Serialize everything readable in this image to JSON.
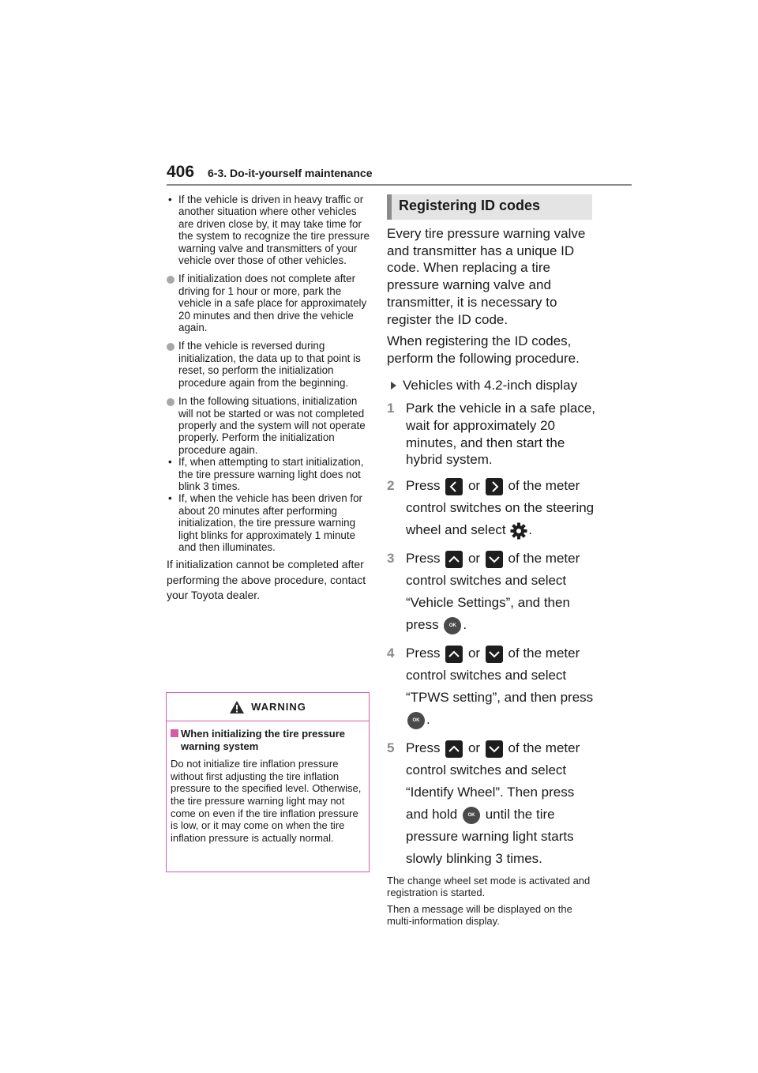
{
  "header": {
    "page_number": "406",
    "section": "6-3. Do-it-yourself maintenance"
  },
  "left": {
    "dash_item": "If the vehicle is driven in heavy traffic or another situation where other vehicles are driven close by, it may take time for the system to recognize the tire pressure warning valve and transmitters of your vehicle over those of other vehicles.",
    "bullets": [
      "If initialization does not complete after driving for 1 hour or more, park the vehicle in a safe place for approximately 20 minutes and then drive the vehicle again.",
      "If the vehicle is reversed during initialization, the data up to that point is reset, so perform the initialization procedure again from the beginning.",
      "In the following situations, initialization will not be started or was not completed properly and the system will not operate properly. Perform the initialization procedure again."
    ],
    "sub_items": [
      "If, when attempting to start initialization, the tire pressure warning light does not blink 3 times.",
      "If, when the vehicle has been driven for about 20 minutes after performing initialization, the tire pressure warning light blinks for approximately 1 minute and then illuminates."
    ],
    "closing": "If initialization cannot be completed after performing the above procedure, contact your Toyota dealer."
  },
  "warning": {
    "title": "WARNING",
    "subheading": "When initializing the tire pressure warning system",
    "body": "Do not initialize tire inflation pressure without first adjusting the tire inflation pressure to the specified level. Otherwise, the tire pressure warning light may not come on even if the tire inflation pressure is low, or it may come on when the tire inflation pressure is actually normal."
  },
  "right": {
    "heading": "Registering ID codes",
    "intro1": "Every tire pressure warning valve and transmitter has a unique ID code. When replacing a tire pressure warning valve and transmitter, it is necessary to register the ID code.",
    "intro2": "When registering the ID codes, perform the following procedure.",
    "display_note": "Vehicles with 4.2-inch display",
    "steps": [
      {
        "num": "1",
        "text": "Park the vehicle in a safe place, wait for approximately 20 minutes, and then start the hybrid system."
      },
      {
        "num": "2",
        "a": "Press",
        "b": "or",
        "c": "of the meter control switches on the steering wheel and select",
        "d": "."
      },
      {
        "num": "3",
        "a": "Press",
        "b": "or",
        "c": "of the meter control switches and select “Vehicle Settings”, and then press",
        "d": "."
      },
      {
        "num": "4",
        "a": "Press",
        "b": "or",
        "c": "of the meter control switches and select “TPWS setting”, and then press",
        "d": "."
      },
      {
        "num": "5",
        "a": "Press",
        "b": "or",
        "c": "of the meter control switches and select “Identify Wheel”. Then press and hold",
        "d": "until the tire pressure warning light starts slowly blinking 3 times."
      }
    ],
    "ok_label": "OK",
    "notes": [
      "The change wheel set mode is activated and registration is started.",
      "Then a message will be displayed on the multi-information display."
    ]
  }
}
